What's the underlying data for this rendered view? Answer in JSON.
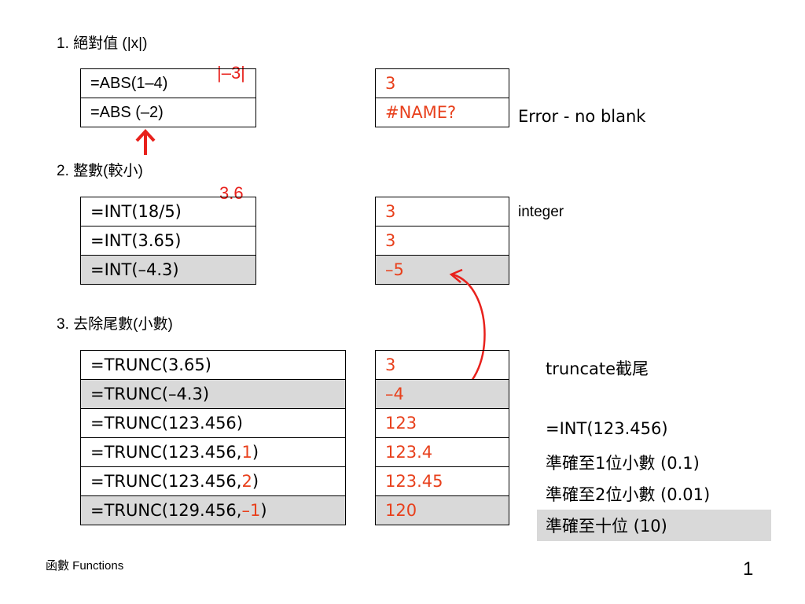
{
  "sections": {
    "abs": {
      "heading": "1. 絕對值 (|x|)",
      "formulas": [
        "=ABS(1–4)",
        "=ABS  (–2)"
      ],
      "results": [
        "3",
        "#NAME?"
      ],
      "note": "Error - no blank",
      "annotation": "|–3|"
    },
    "int": {
      "heading": "2. 整數(較小)",
      "formulas": [
        "=INT(18/5)",
        "=INT(3.65)",
        "=INT(–4.3)"
      ],
      "results": [
        "3",
        "3",
        "–5"
      ],
      "note": "integer",
      "annotation": "3.6"
    },
    "trunc": {
      "heading": "3. 去除尾數(小數)",
      "formulas": [
        {
          "pre": "=TRUNC(3.65)",
          "arg": "",
          "post": ""
        },
        {
          "pre": "=TRUNC(–4.3)",
          "arg": "",
          "post": ""
        },
        {
          "pre": "=TRUNC(123.456)",
          "arg": "",
          "post": ""
        },
        {
          "pre": "=TRUNC(123.456,",
          "arg": "1",
          "post": ")"
        },
        {
          "pre": "=TRUNC(123.456,",
          "arg": "2",
          "post": ")"
        },
        {
          "pre": "=TRUNC(129.456,",
          "arg": "–1",
          "post": ")"
        }
      ],
      "results": [
        "3",
        "–4",
        "123",
        "123.4",
        "123.45",
        "120"
      ],
      "notes": [
        "truncate截尾",
        "",
        "=INT(123.456)",
        "準確至1位小數 (0.1)",
        "準確至2位小數 (0.01)",
        "準確至十位 (10)"
      ]
    }
  },
  "footer": {
    "label": "函數 Functions",
    "page_number": "1"
  },
  "colors": {
    "result": "#e8401c",
    "annotation": "#e8211c",
    "highlight": "#d9d9d9"
  }
}
